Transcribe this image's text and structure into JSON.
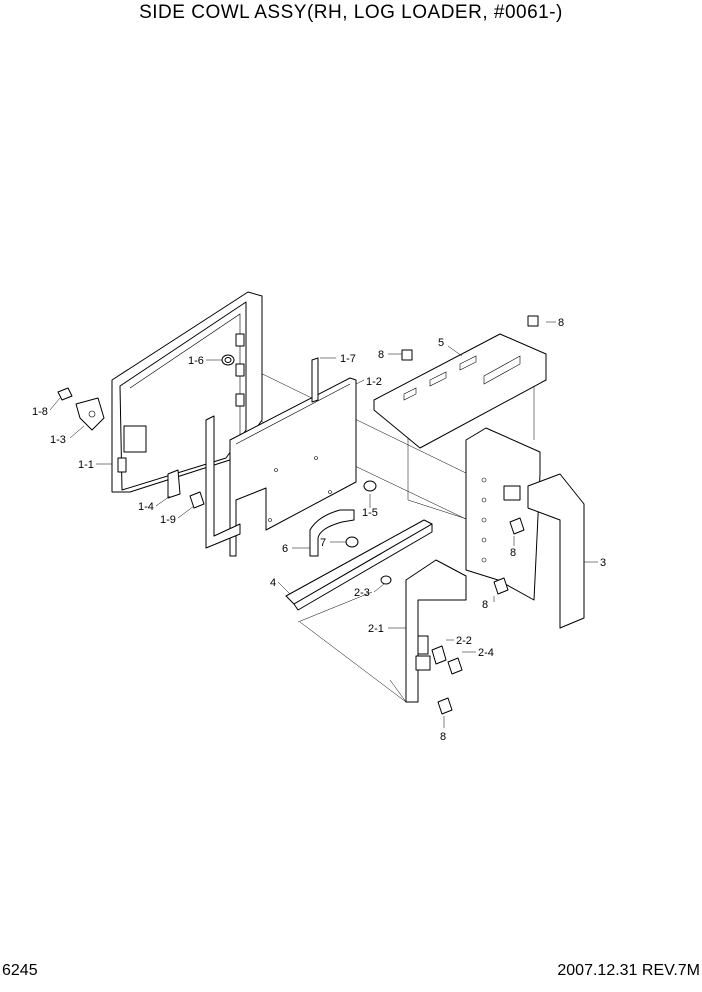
{
  "title": "SIDE COWL ASSY(RH, LOG LOADER, #0061-)",
  "footer": {
    "page": "6245",
    "revision": "2007.12.31 REV.7M"
  },
  "callouts": [
    "8",
    "8",
    "5",
    "1-7",
    "1-6",
    "1-2",
    "1-8",
    "1-3",
    "1-1",
    "1-4",
    "1-9",
    "1-5",
    "6",
    "7",
    "8",
    "3",
    "4",
    "8",
    "2-3",
    "2-1",
    "2-2",
    "2-4",
    "8"
  ]
}
